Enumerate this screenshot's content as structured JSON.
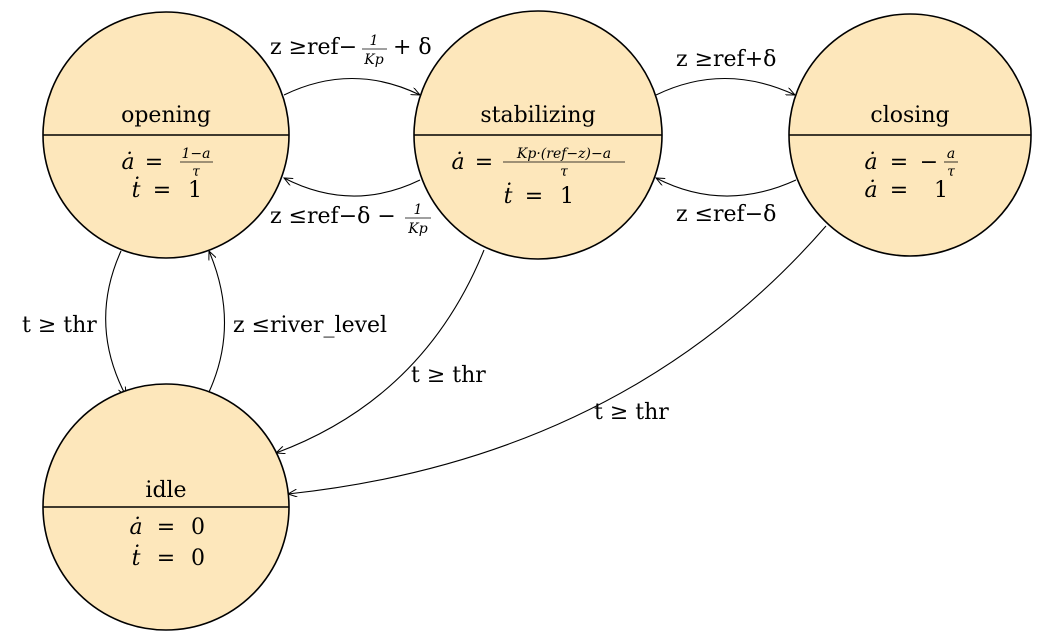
{
  "states": {
    "opening": {
      "name": "opening",
      "eq1_lhs": "ȧ",
      "eq1_eq": "=",
      "eq1_num": "1−a",
      "eq1_den": "τ",
      "eq2_lhs": "ṫ",
      "eq2_eq": "=",
      "eq2_rhs": "1"
    },
    "stabilizing": {
      "name": "stabilizing",
      "eq1_lhs": "ȧ",
      "eq1_eq": "=",
      "eq1_num": "Kp·(ref−z)−a",
      "eq1_den": "τ",
      "eq2_lhs": "ṫ",
      "eq2_eq": "=",
      "eq2_rhs": "1"
    },
    "closing": {
      "name": "closing",
      "eq1_lhs": "ȧ",
      "eq1_eq": "=",
      "eq1_neg": "−",
      "eq1_num": "a",
      "eq1_den": "τ",
      "eq2_lhs": "ȧ",
      "eq2_eq": "=",
      "eq2_rhs": "1"
    },
    "idle": {
      "name": "idle",
      "eq1_lhs": "ȧ",
      "eq1_eq": "=",
      "eq1_rhs": "0",
      "eq2_lhs": "ṫ",
      "eq2_eq": "=",
      "eq2_rhs": "0"
    }
  },
  "transitions": {
    "open_to_stab": {
      "pre": "z ≥ref−",
      "frac_num": "1",
      "frac_den": "Kp",
      "post": "+ δ"
    },
    "stab_to_open": {
      "pre": "z ≤ref−δ −",
      "frac_num": "1",
      "frac_den": "Kp"
    },
    "stab_to_close": {
      "text": "z ≥ref+δ"
    },
    "close_to_stab": {
      "text": "z ≤ref−δ"
    },
    "open_to_idle": {
      "text": "t ≥ thr"
    },
    "idle_to_open": {
      "text": "z ≤river_level"
    },
    "stab_to_idle": {
      "text": "t ≥ thr"
    },
    "close_to_idle": {
      "text": "t ≥ thr"
    }
  }
}
